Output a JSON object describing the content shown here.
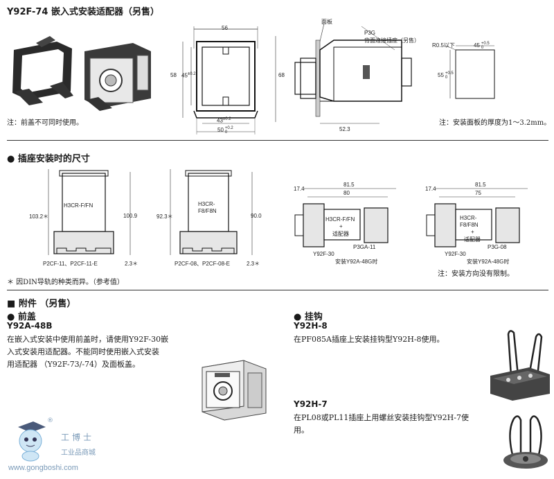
{
  "title": "Y92F-74 嵌入式安装适配器（另售）",
  "top": {
    "note_left": "注：前盖不可同时使用。",
    "note_right": "注：安装面板的厚度为1～3.2mm。",
    "dims_front": {
      "top": "56",
      "left": "58",
      "inner_left": "45",
      "inner_left_tol": "±0.2",
      "right": "68",
      "bottom_inner": "43",
      "bottom_inner_tol": "±0.2",
      "bottom": "50",
      "bottom_tol_up": "+0.2",
      "bottom_tol_dn": "0"
    },
    "dims_side": {
      "panel": "面板",
      "socket_code": "P3G",
      "socket_desc": "背面连接插座（另售）",
      "depth": "52.3"
    },
    "dims_cutout": {
      "radius": "R0.5以下",
      "width": "45",
      "width_tol_up": "+0.5",
      "width_tol_dn": "0",
      "height": "55",
      "height_tol_up": "+0.5",
      "height_tol_dn": "0"
    }
  },
  "socket_section": {
    "heading": "插座安装时的尺寸",
    "d1": {
      "model": "H3CR-F/FN",
      "left": "103.2＊",
      "right": "100.9",
      "socket": "P2CF-11、P2CF-11-E",
      "foot": "2.3＊"
    },
    "d2": {
      "model_a": "H3CR-",
      "model_b": "F8/F8N",
      "left": "92.3＊",
      "right": "90.0",
      "socket": "P2CF-08、P2CF-08-E",
      "foot": "2.3＊"
    },
    "d3": {
      "w_total": "81.5",
      "w_inner": "80",
      "left": "17.4",
      "model": "H3CR-F/FN",
      "plus": "+",
      "adapter": "适配器",
      "socket": "P3GA-11",
      "part": "Y92F-30",
      "caption": "安装Y92A-48G时"
    },
    "d4": {
      "w_total": "81.5",
      "w_inner": "75",
      "left": "17.4",
      "model_a": "H3CR-",
      "model_b": "F8/F8N",
      "plus": "+",
      "adapter": "适配器",
      "socket": "P3G-08",
      "part": "Y92F-30",
      "caption": "安装Y92A-48G时"
    },
    "footnote": "＊ 因DIN导轨的种类而异。（参考值）",
    "note_dir": "注：安装方向没有限制。"
  },
  "accessories": {
    "heading": "附件 （另售）",
    "front_cover": {
      "heading": "前盖",
      "model": "Y92A-48B",
      "lines": [
        "在嵌入式安装中使用前盖时，请使用Y92F-30嵌",
        "入式安装用适配器。不能同时使用嵌入式安装",
        "用适配器 （Y92F-73/-74）及面板盖。"
      ]
    },
    "hook": {
      "heading": "挂钩",
      "model1": "Y92H-8",
      "desc1": "在PF085A插座上安装挂钩型Y92H-8使用。",
      "model2": "Y92H-7",
      "lines2": [
        "在PL08或PL11插座上用螺丝安装挂钩型Y92H-7使",
        "用。"
      ]
    }
  },
  "watermark": {
    "reg": "®",
    "brand": "工博士",
    "sub": "工业品商城",
    "url": "www.gongboshi.com"
  }
}
